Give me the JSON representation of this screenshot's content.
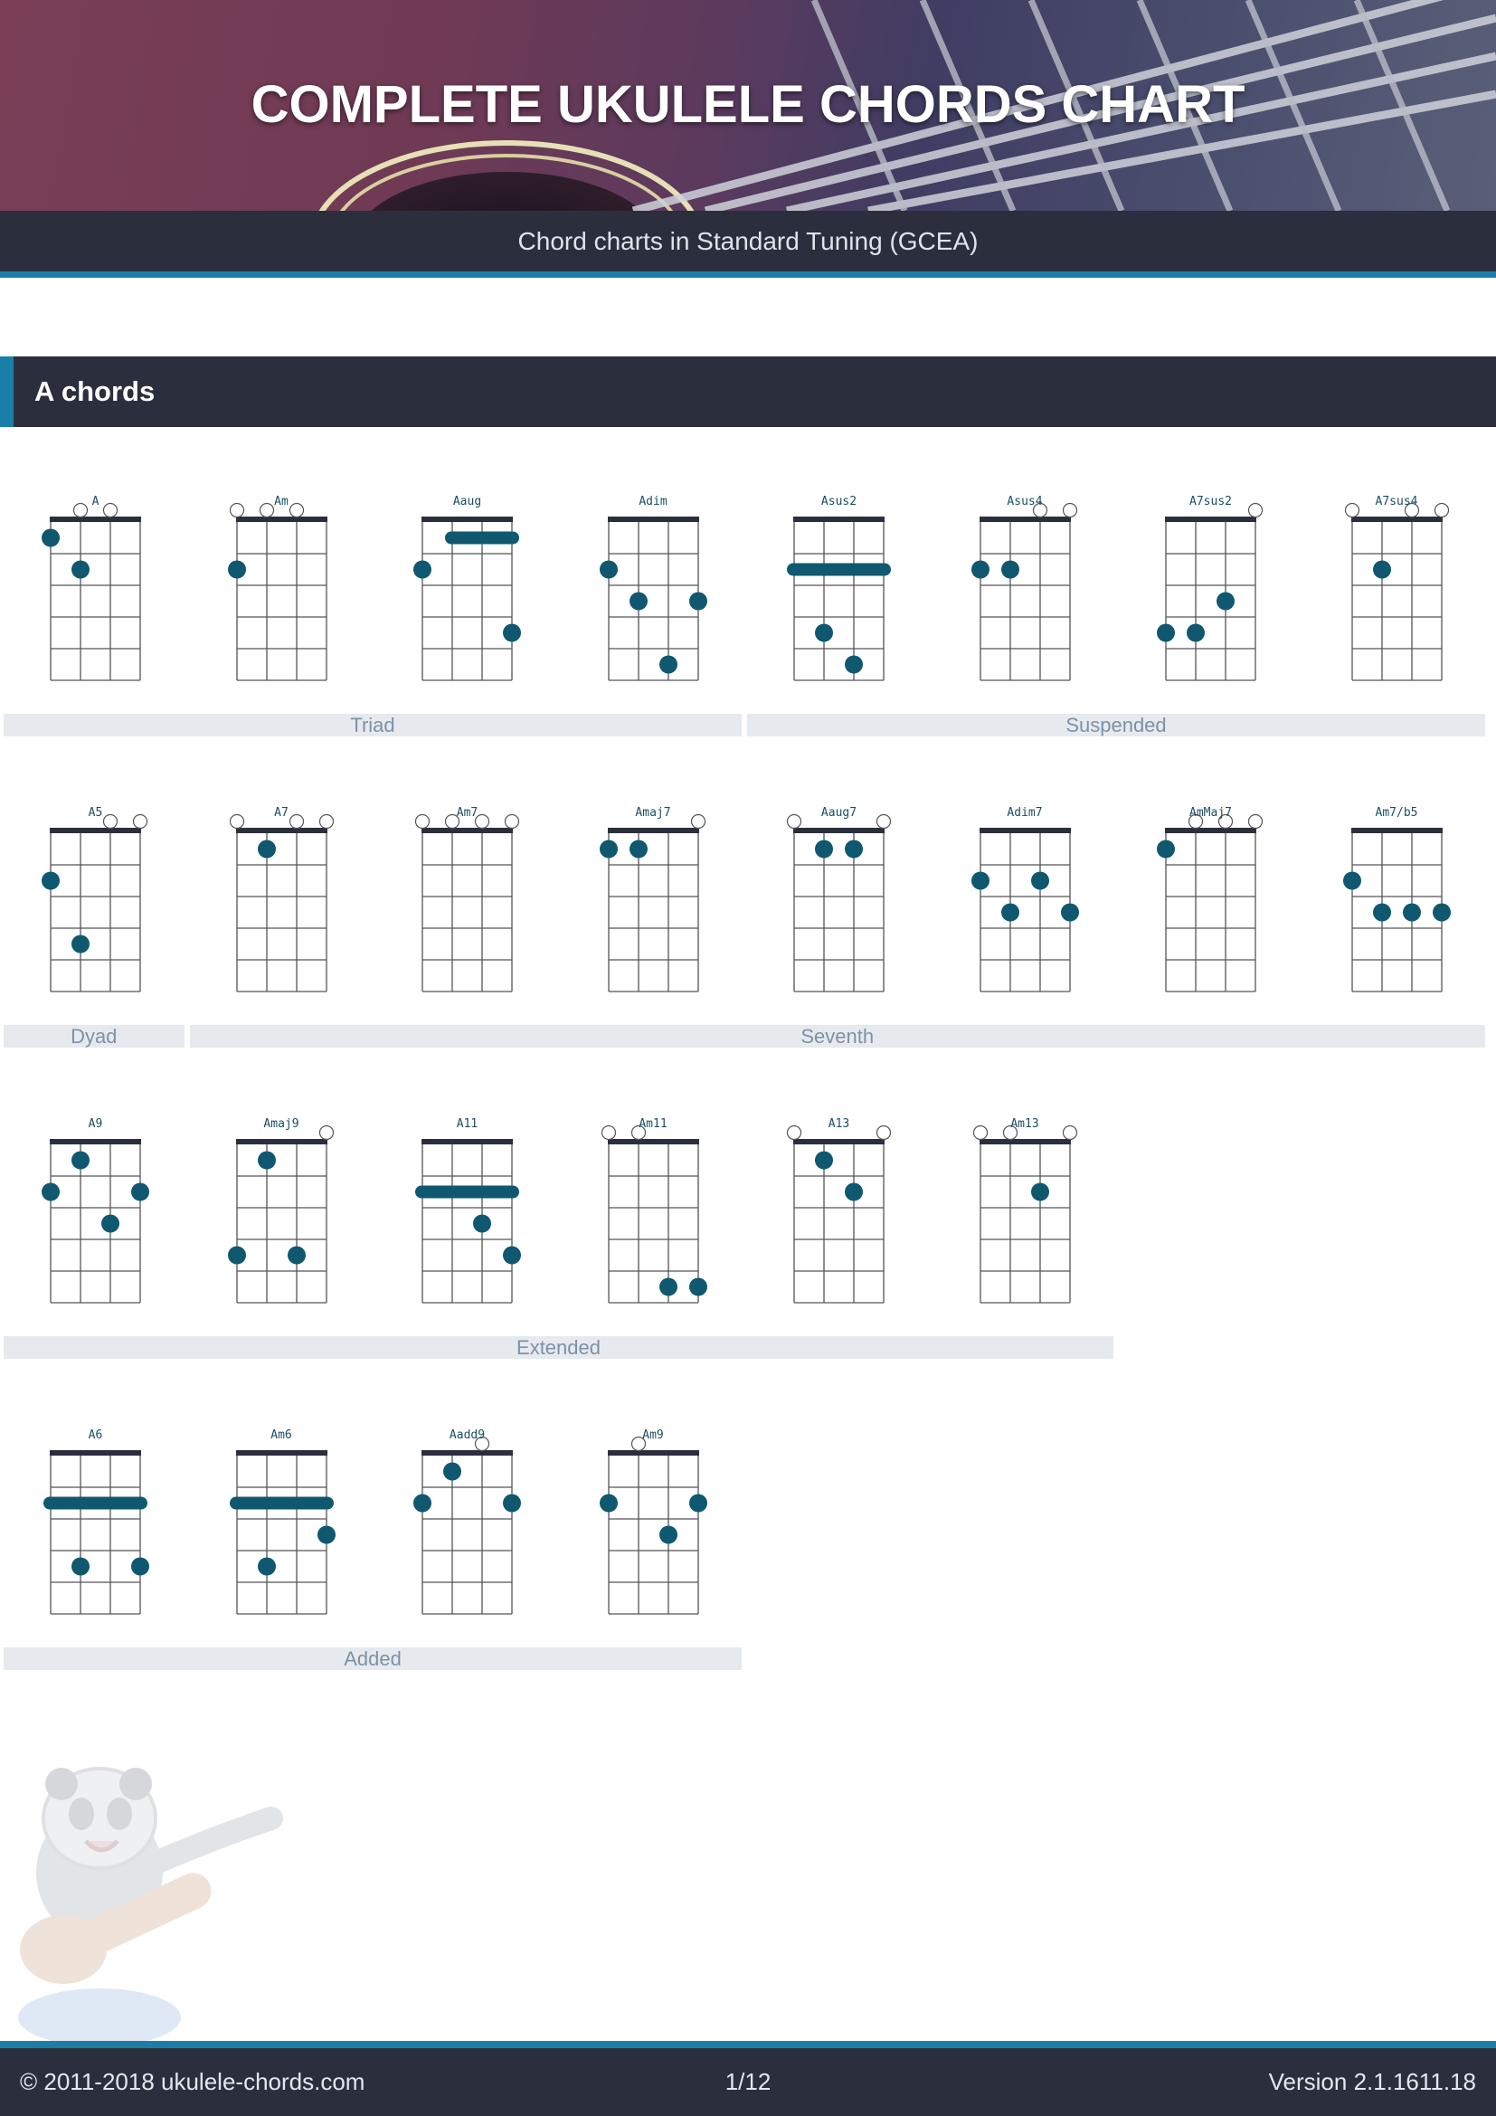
{
  "header": {
    "title": "COMPLETE UKULELE CHORDS CHART",
    "subtitle": "Chord charts in Standard Tuning (GCEA)"
  },
  "section": {
    "title": "A chords"
  },
  "colors": {
    "dark": "#2b2f3d",
    "accent": "#1a7fa8",
    "dot": "#0f5870",
    "band": "#e6eaef"
  },
  "rows": [
    {
      "chords": [
        {
          "name": "A",
          "open": [
            false,
            true,
            true,
            false
          ],
          "dots": [
            [
              1,
              2
            ],
            [
              0,
              1
            ]
          ],
          "barre": null
        },
        {
          "name": "Am",
          "open": [
            true,
            true,
            true,
            false
          ],
          "dots": [
            [
              0,
              2
            ]
          ],
          "barre": null
        },
        {
          "name": "Aaug",
          "open": [
            false,
            false,
            false,
            false
          ],
          "dots": [
            [
              0,
              2
            ],
            [
              3,
              4
            ]
          ],
          "barre": {
            "fret": 1,
            "from": 1,
            "to": 3
          }
        },
        {
          "name": "Adim",
          "open": [
            false,
            false,
            false,
            false
          ],
          "dots": [
            [
              0,
              2
            ],
            [
              1,
              3
            ],
            [
              3,
              3
            ],
            [
              2,
              5
            ]
          ],
          "barre": null
        },
        {
          "name": "Asus2",
          "open": [
            false,
            false,
            false,
            false
          ],
          "dots": [
            [
              1,
              4
            ],
            [
              2,
              5
            ]
          ],
          "barre": {
            "fret": 2,
            "from": 0,
            "to": 3
          }
        },
        {
          "name": "Asus4",
          "open": [
            false,
            false,
            true,
            true
          ],
          "dots": [
            [
              0,
              2
            ],
            [
              1,
              2
            ]
          ],
          "barre": null
        },
        {
          "name": "A7sus2",
          "open": [
            false,
            false,
            false,
            true
          ],
          "dots": [
            [
              2,
              3
            ],
            [
              0,
              4
            ],
            [
              1,
              4
            ]
          ],
          "barre": null
        },
        {
          "name": "A7sus4",
          "open": [
            true,
            false,
            true,
            true
          ],
          "dots": [
            [
              1,
              2
            ]
          ],
          "barre": null
        }
      ],
      "groups": [
        {
          "label": "Triad",
          "start": 0,
          "end": 3
        },
        {
          "label": "Suspended",
          "start": 4,
          "end": 7
        }
      ]
    },
    {
      "chords": [
        {
          "name": "A5",
          "open": [
            false,
            false,
            true,
            true
          ],
          "dots": [
            [
              0,
              2
            ],
            [
              1,
              4
            ]
          ],
          "barre": null
        },
        {
          "name": "A7",
          "open": [
            true,
            false,
            true,
            true
          ],
          "dots": [
            [
              1,
              1
            ]
          ],
          "barre": null
        },
        {
          "name": "Am7",
          "open": [
            true,
            true,
            true,
            true
          ],
          "dots": [],
          "barre": null
        },
        {
          "name": "Amaj7",
          "open": [
            false,
            false,
            false,
            true
          ],
          "dots": [
            [
              0,
              1
            ],
            [
              1,
              1
            ]
          ],
          "barre": null
        },
        {
          "name": "Aaug7",
          "open": [
            true,
            false,
            false,
            true
          ],
          "dots": [
            [
              1,
              1
            ],
            [
              2,
              1
            ]
          ],
          "barre": null
        },
        {
          "name": "Adim7",
          "open": [
            false,
            false,
            false,
            false
          ],
          "dots": [
            [
              0,
              2
            ],
            [
              2,
              2
            ],
            [
              1,
              3
            ],
            [
              3,
              3
            ]
          ],
          "barre": null
        },
        {
          "name": "AmMaj7",
          "open": [
            false,
            true,
            true,
            true
          ],
          "dots": [
            [
              0,
              1
            ]
          ],
          "barre": null
        },
        {
          "name": "Am7/b5",
          "open": [
            false,
            false,
            false,
            false
          ],
          "dots": [
            [
              0,
              2
            ],
            [
              1,
              3
            ],
            [
              2,
              3
            ],
            [
              3,
              3
            ]
          ],
          "barre": null
        }
      ],
      "groups": [
        {
          "label": "Dyad",
          "start": 0,
          "end": 0
        },
        {
          "label": "Seventh",
          "start": 1,
          "end": 7
        }
      ]
    },
    {
      "chords": [
        {
          "name": "A9",
          "open": [
            false,
            false,
            false,
            false
          ],
          "dots": [
            [
              1,
              1
            ],
            [
              0,
              2
            ],
            [
              3,
              2
            ],
            [
              2,
              3
            ]
          ],
          "barre": null
        },
        {
          "name": "Amaj9",
          "open": [
            false,
            false,
            false,
            true
          ],
          "dots": [
            [
              1,
              1
            ],
            [
              0,
              4
            ],
            [
              2,
              4
            ]
          ],
          "barre": null
        },
        {
          "name": "A11",
          "open": [
            false,
            false,
            false,
            false
          ],
          "dots": [
            [
              2,
              3
            ],
            [
              3,
              4
            ]
          ],
          "barre": {
            "fret": 2,
            "from": 0,
            "to": 3
          }
        },
        {
          "name": "Am11",
          "open": [
            true,
            true,
            false,
            false
          ],
          "dots": [
            [
              2,
              5
            ],
            [
              3,
              5
            ]
          ],
          "barre": null
        },
        {
          "name": "A13",
          "open": [
            true,
            false,
            false,
            true
          ],
          "dots": [
            [
              1,
              1
            ],
            [
              2,
              2
            ]
          ],
          "barre": null
        },
        {
          "name": "Am13",
          "open": [
            true,
            true,
            false,
            true
          ],
          "dots": [
            [
              2,
              2
            ]
          ],
          "barre": null
        }
      ],
      "groups": [
        {
          "label": "Extended",
          "start": 0,
          "end": 5
        }
      ]
    },
    {
      "chords": [
        {
          "name": "A6",
          "open": [
            false,
            false,
            false,
            false
          ],
          "dots": [
            [
              1,
              4
            ],
            [
              3,
              4
            ]
          ],
          "barre": {
            "fret": 2,
            "from": 0,
            "to": 3
          }
        },
        {
          "name": "Am6",
          "open": [
            false,
            false,
            false,
            false
          ],
          "dots": [
            [
              3,
              3
            ],
            [
              1,
              4
            ]
          ],
          "barre": {
            "fret": 2,
            "from": 0,
            "to": 3
          }
        },
        {
          "name": "Aadd9",
          "open": [
            false,
            false,
            true,
            false
          ],
          "dots": [
            [
              1,
              1
            ],
            [
              0,
              2
            ],
            [
              3,
              2
            ]
          ],
          "barre": null
        },
        {
          "name": "Am9",
          "open": [
            false,
            true,
            false,
            false
          ],
          "dots": [
            [
              0,
              2
            ],
            [
              3,
              2
            ],
            [
              2,
              3
            ]
          ],
          "barre": null
        }
      ],
      "groups": [
        {
          "label": "Added",
          "start": 0,
          "end": 3
        }
      ]
    }
  ],
  "footer": {
    "copyright": "© 2011-2018 ukulele-chords.com",
    "page": "1/12",
    "version": "Version 2.1.1611.18"
  }
}
